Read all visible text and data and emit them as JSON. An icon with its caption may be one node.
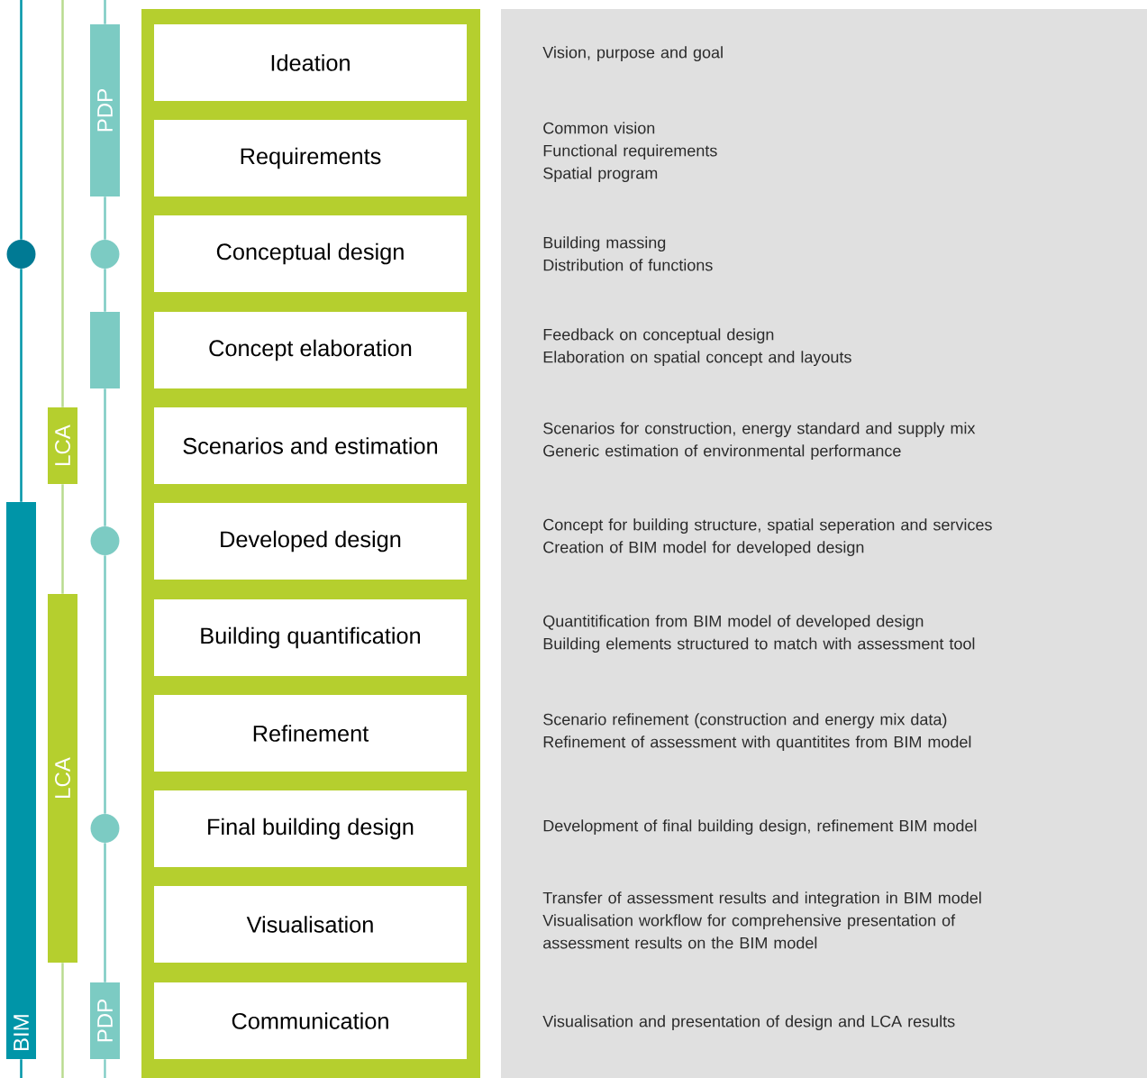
{
  "diagram": {
    "nodes": [
      {
        "text": [
          "Ideation"
        ]
      },
      {
        "text": [
          "Requirements"
        ]
      },
      {
        "text": [
          "Conceptual design"
        ]
      },
      {
        "text": [
          "Concept elaboration"
        ]
      },
      {
        "text": [
          "Scenarios and estimation"
        ]
      },
      {
        "text": [
          "Developed design"
        ]
      },
      {
        "text": [
          "Building quantification"
        ]
      },
      {
        "text": [
          "Refinement"
        ]
      },
      {
        "text": [
          "Final building design"
        ]
      },
      {
        "text": [
          "Visualisation"
        ]
      },
      {
        "text": [
          "Communication"
        ]
      },
      {
        "text": [],
        "shape": "circle"
      },
      {
        "text": [
          "BIM"
        ]
      },
      {
        "text": [
          "LCA"
        ]
      },
      {
        "text": [
          "LCA"
        ]
      },
      {
        "text": [
          "PDP"
        ]
      },
      {
        "text": [],
        "shape": "circle"
      },
      {
        "text": [],
        "shape": "bar"
      },
      {
        "text": [],
        "shape": "circle"
      },
      {
        "text": [],
        "shape": "circle"
      },
      {
        "text": [
          "PDP"
        ]
      }
    ],
    "edges": [
      {
        "from": null,
        "to": 11,
        "arrow": "none",
        "color": "#0095a8"
      },
      {
        "from": 11,
        "to": 12,
        "arrow": "none",
        "color": "#0095a8"
      },
      {
        "from": 12,
        "to": null,
        "arrow": "none",
        "color": "#0095a8"
      },
      {
        "from": null,
        "to": 13,
        "arrow": "none",
        "color": "#b9db8f"
      },
      {
        "from": 13,
        "to": 14,
        "arrow": "none",
        "color": "#b9db8f"
      },
      {
        "from": 14,
        "to": null,
        "arrow": "none",
        "color": "#b9db8f"
      },
      {
        "from": null,
        "to": 15,
        "arrow": "none"
      },
      {
        "from": 15,
        "to": 16,
        "arrow": "none"
      },
      {
        "from": 16,
        "to": 17,
        "arrow": "none"
      },
      {
        "from": 17,
        "to": 18,
        "arrow": "none"
      },
      {
        "from": 18,
        "to": 19,
        "arrow": "none"
      },
      {
        "from": 19,
        "to": 20,
        "arrow": "none"
      },
      {
        "from": 20,
        "to": null,
        "arrow": "none"
      }
    ],
    "labels": [
      "Vision, purpose and goal",
      "Common vision",
      "Functional requirements",
      "Spatial program",
      "Building massing",
      "Distribution of functions",
      "Feedback on conceptual design",
      "Elaboration on spatial concept and layouts",
      "Scenarios for construction, energy standard and supply mix",
      "Generic estimation of environmental performance",
      "Concept for building structure, spatial seperation and services",
      "Creation of BIM model for developed design",
      "Quantitification from BIM model of developed design",
      "Building elements structured to match with assessment tool",
      "Scenario refinement (construction and energy mix data)",
      "Refinement of assessment with quantitites from BIM model",
      "Development of final building design, refinement BIM model",
      "Transfer of assessment results and integration in BIM model",
      "Visualisation workflow for comprehensive presentation of assessment results on the BIM model",
      "Visualisation and presentation of design and LCA results"
    ]
  }
}
